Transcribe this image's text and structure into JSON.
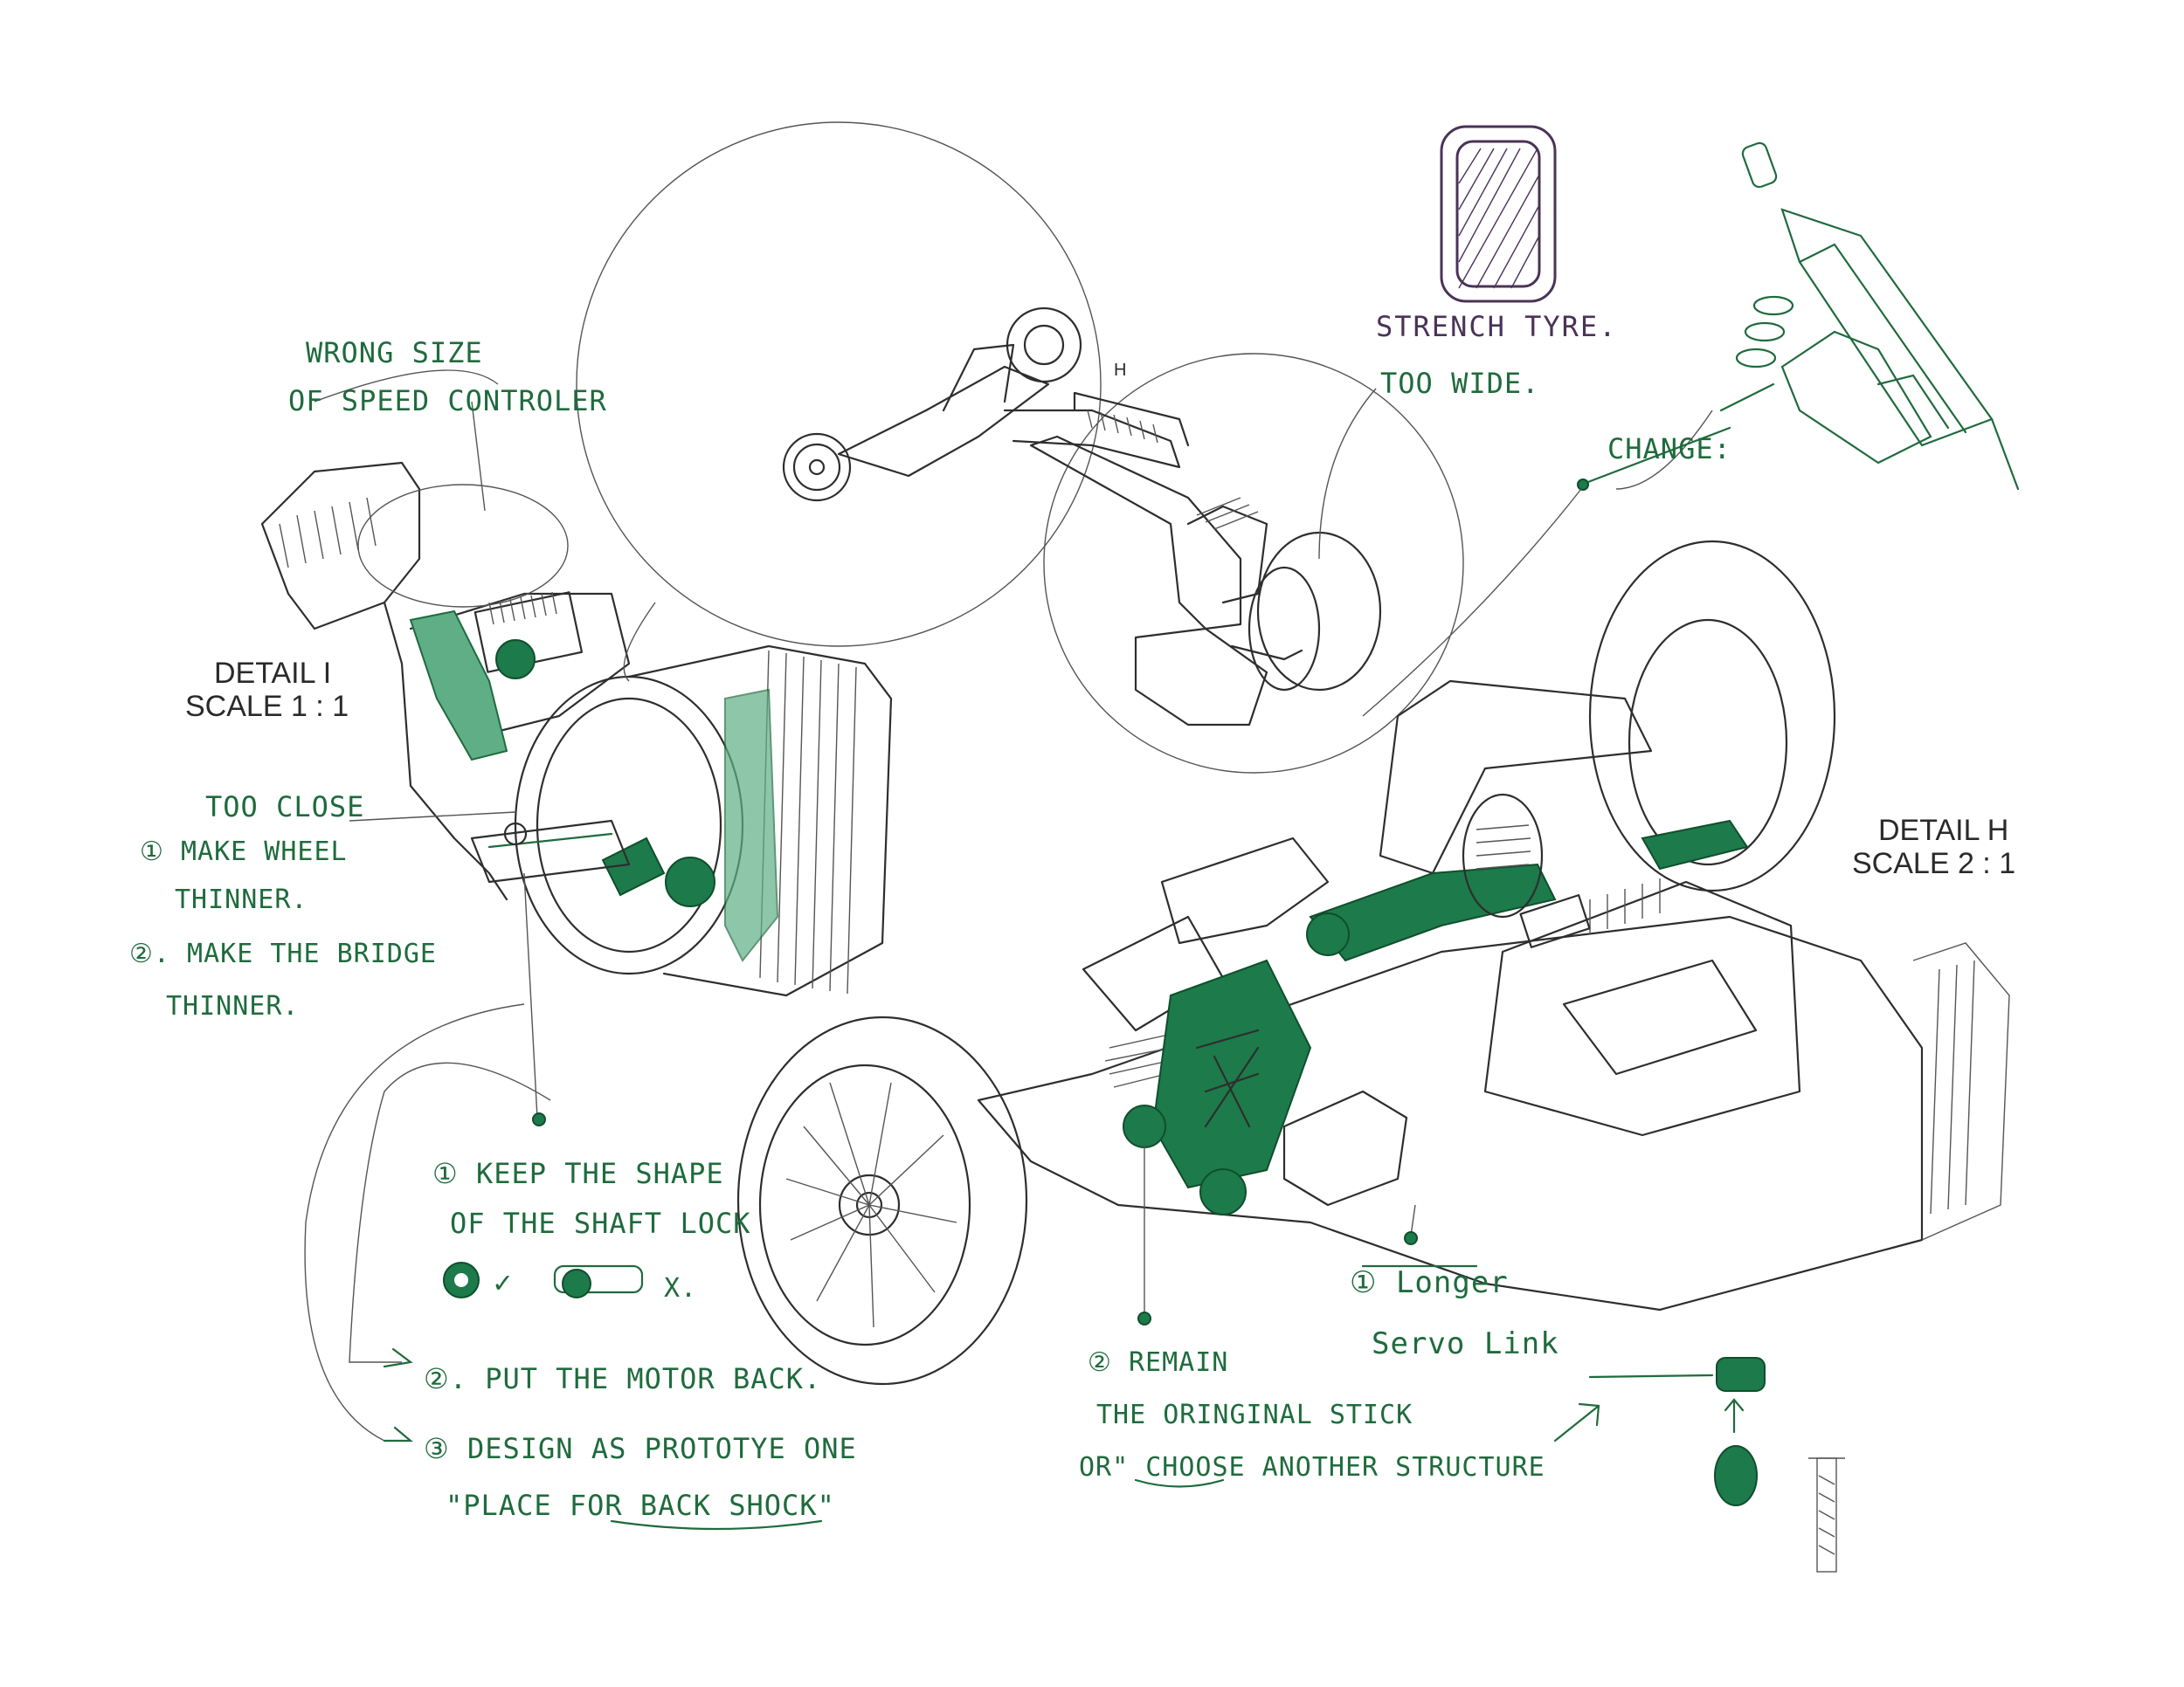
{
  "cad_labels": {
    "detail_i": "DETAIL I",
    "scale_i": "SCALE 1 : 1",
    "detail_h": "DETAIL H",
    "scale_h": "SCALE 2 : 1",
    "marker_h": "H"
  },
  "notes": {
    "wrong_size_1": "WRONG SIZE",
    "wrong_size_2": "OF SPEED CONTROLER",
    "strench_tyre": "STRENCH TYRE.",
    "too_wide": "TOO WIDE.",
    "change": "CHANGE:",
    "too_close": "TOO CLOSE",
    "make_wheel_1": "① MAKE WHEEL",
    "make_wheel_2": "THINNER.",
    "make_bridge_1": "②. MAKE THE BRIDGE",
    "make_bridge_2": "THINNER.",
    "keep_shape_1": "① KEEP THE SHAPE",
    "keep_shape_2": "OF THE SHAFT LOCK",
    "check_mark": "✓",
    "x_mark": "X.",
    "put_motor": "②. PUT THE MOTOR BACK.",
    "design_proto": "③ DESIGN AS PROTOTYE ONE",
    "place_shock": "\"PLACE FOR BACK SHOCK\"",
    "longer": "① Longer",
    "servo_link": "Servo Link",
    "remain": "② REMAIN",
    "original_stick": "THE ORINGINAL STICK",
    "choose_another": "OR\" CHOOSE ANOTHER STRUCTURE"
  },
  "colors": {
    "ink_green": "#1f6b3d",
    "ink_purple": "#4a3357",
    "line_art": "#2e2e2e"
  }
}
